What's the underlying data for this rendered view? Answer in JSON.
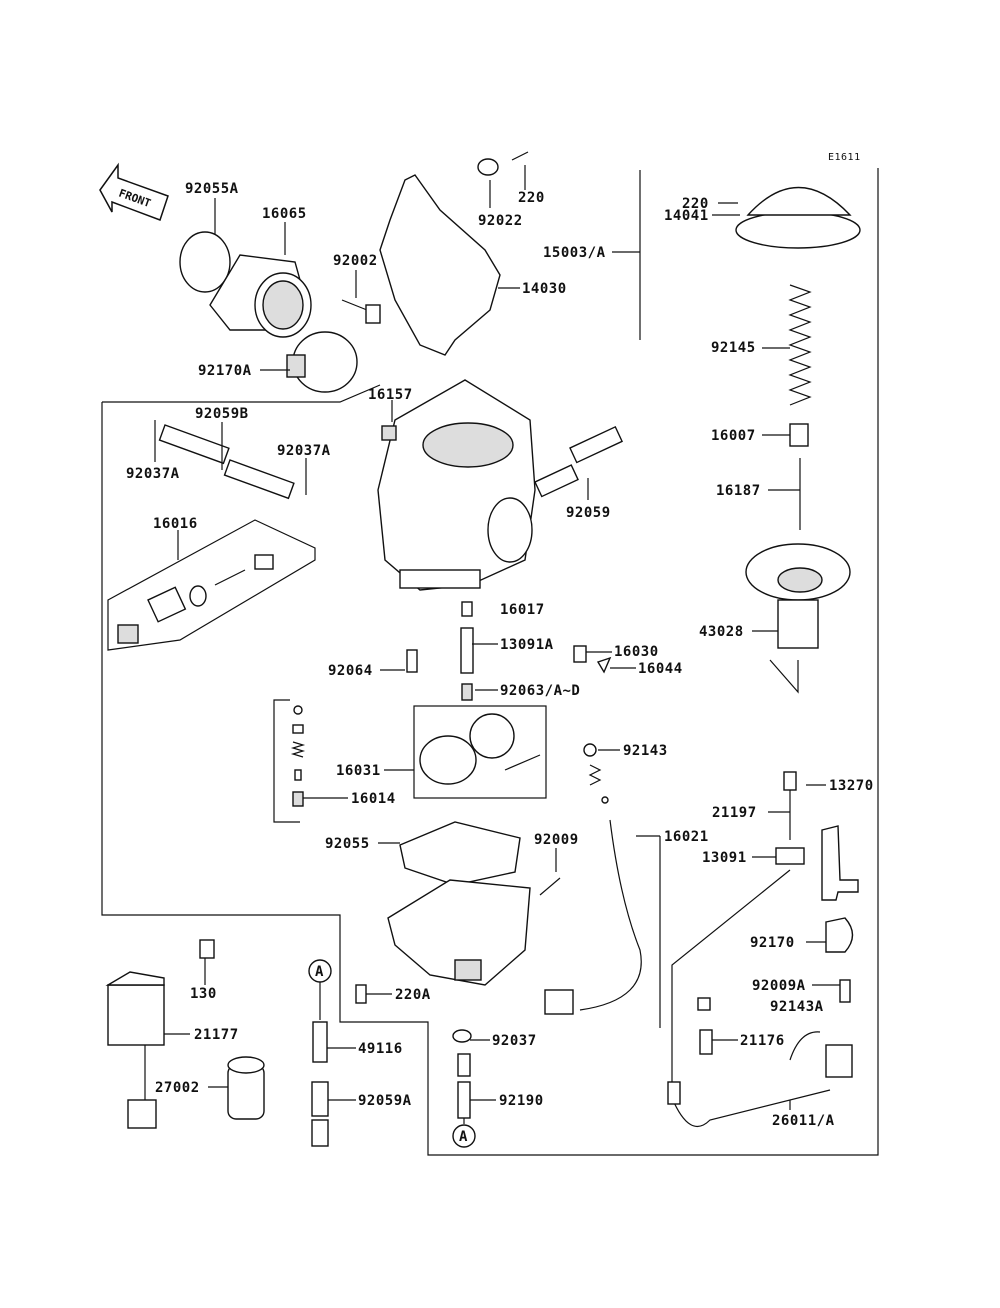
{
  "diagram_ref": "E1611",
  "front_marker": "FRONT",
  "labels": {
    "p92055A": "92055A",
    "p16065": "16065",
    "p92002": "92002",
    "p92022": "92022",
    "p220_top": "220",
    "p14030": "14030",
    "p15003A": "15003/A",
    "p220_cap": "220",
    "p14041": "14041",
    "p92170A": "92170A",
    "p16157": "16157",
    "p92059B": "92059B",
    "p92037A_1": "92037A",
    "p92037A_2": "92037A",
    "p92059": "92059",
    "p16016": "16016",
    "p92145": "92145",
    "p16007": "16007",
    "p16187": "16187",
    "p43028": "43028",
    "p16017": "16017",
    "p13091A": "13091A",
    "p16030": "16030",
    "p16044": "16044",
    "p92064": "92064",
    "p92063": "92063/A~D",
    "p92143": "92143",
    "p16031": "16031",
    "p16014": "16014",
    "p13270": "13270",
    "p21197": "21197",
    "p16021": "16021",
    "p92055": "92055",
    "p92009": "92009",
    "p13091": "13091",
    "p92170": "92170",
    "p130": "130",
    "p220A": "220A",
    "p92009A": "92009A",
    "p92143A": "92143A",
    "p21177": "21177",
    "p49116": "49116",
    "p92037": "92037",
    "p21176": "21176",
    "p27002": "27002",
    "p92059A": "92059A",
    "p92190": "92190",
    "p26011A": "26011/A",
    "callout_a_top": "A",
    "callout_a_bottom": "A"
  }
}
